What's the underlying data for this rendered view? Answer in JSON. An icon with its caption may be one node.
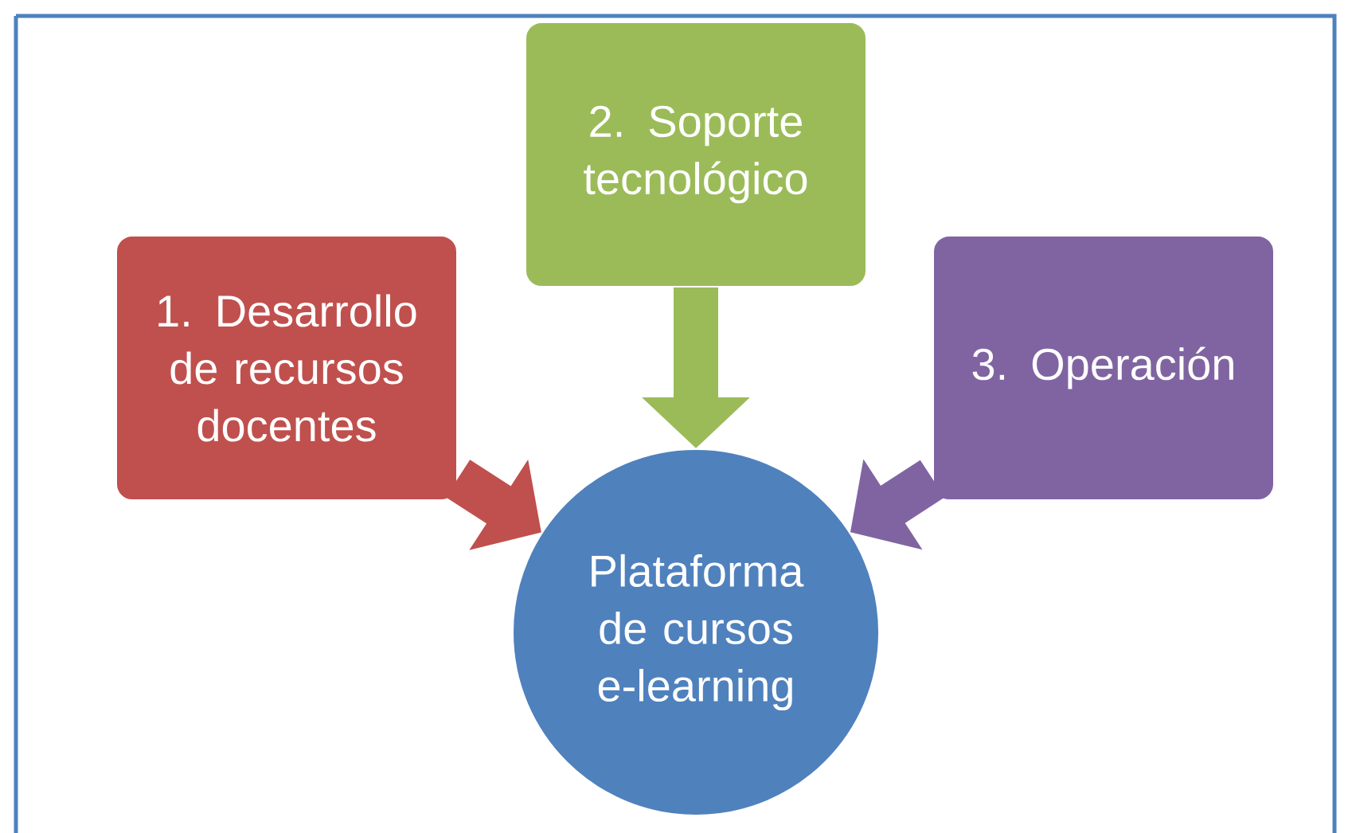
{
  "diagram": {
    "nodes": [
      {
        "text": [
          "1. Desarrollo de recursos docentes"
        ]
      },
      {
        "text": [
          "2. Soporte tecnológico"
        ]
      },
      {
        "text": [
          "3. Operación"
        ]
      },
      {
        "text": [
          "Plataforma de cursos e-learning"
        ]
      }
    ],
    "edges": [
      {
        "from": 0,
        "to": 3,
        "arrow": "to",
        "color": "#c0504d"
      },
      {
        "from": 1,
        "to": 3,
        "arrow": "to",
        "color": "#9bbb59"
      },
      {
        "from": 2,
        "to": 3,
        "arrow": "to",
        "color": "#8064a2"
      }
    ]
  }
}
